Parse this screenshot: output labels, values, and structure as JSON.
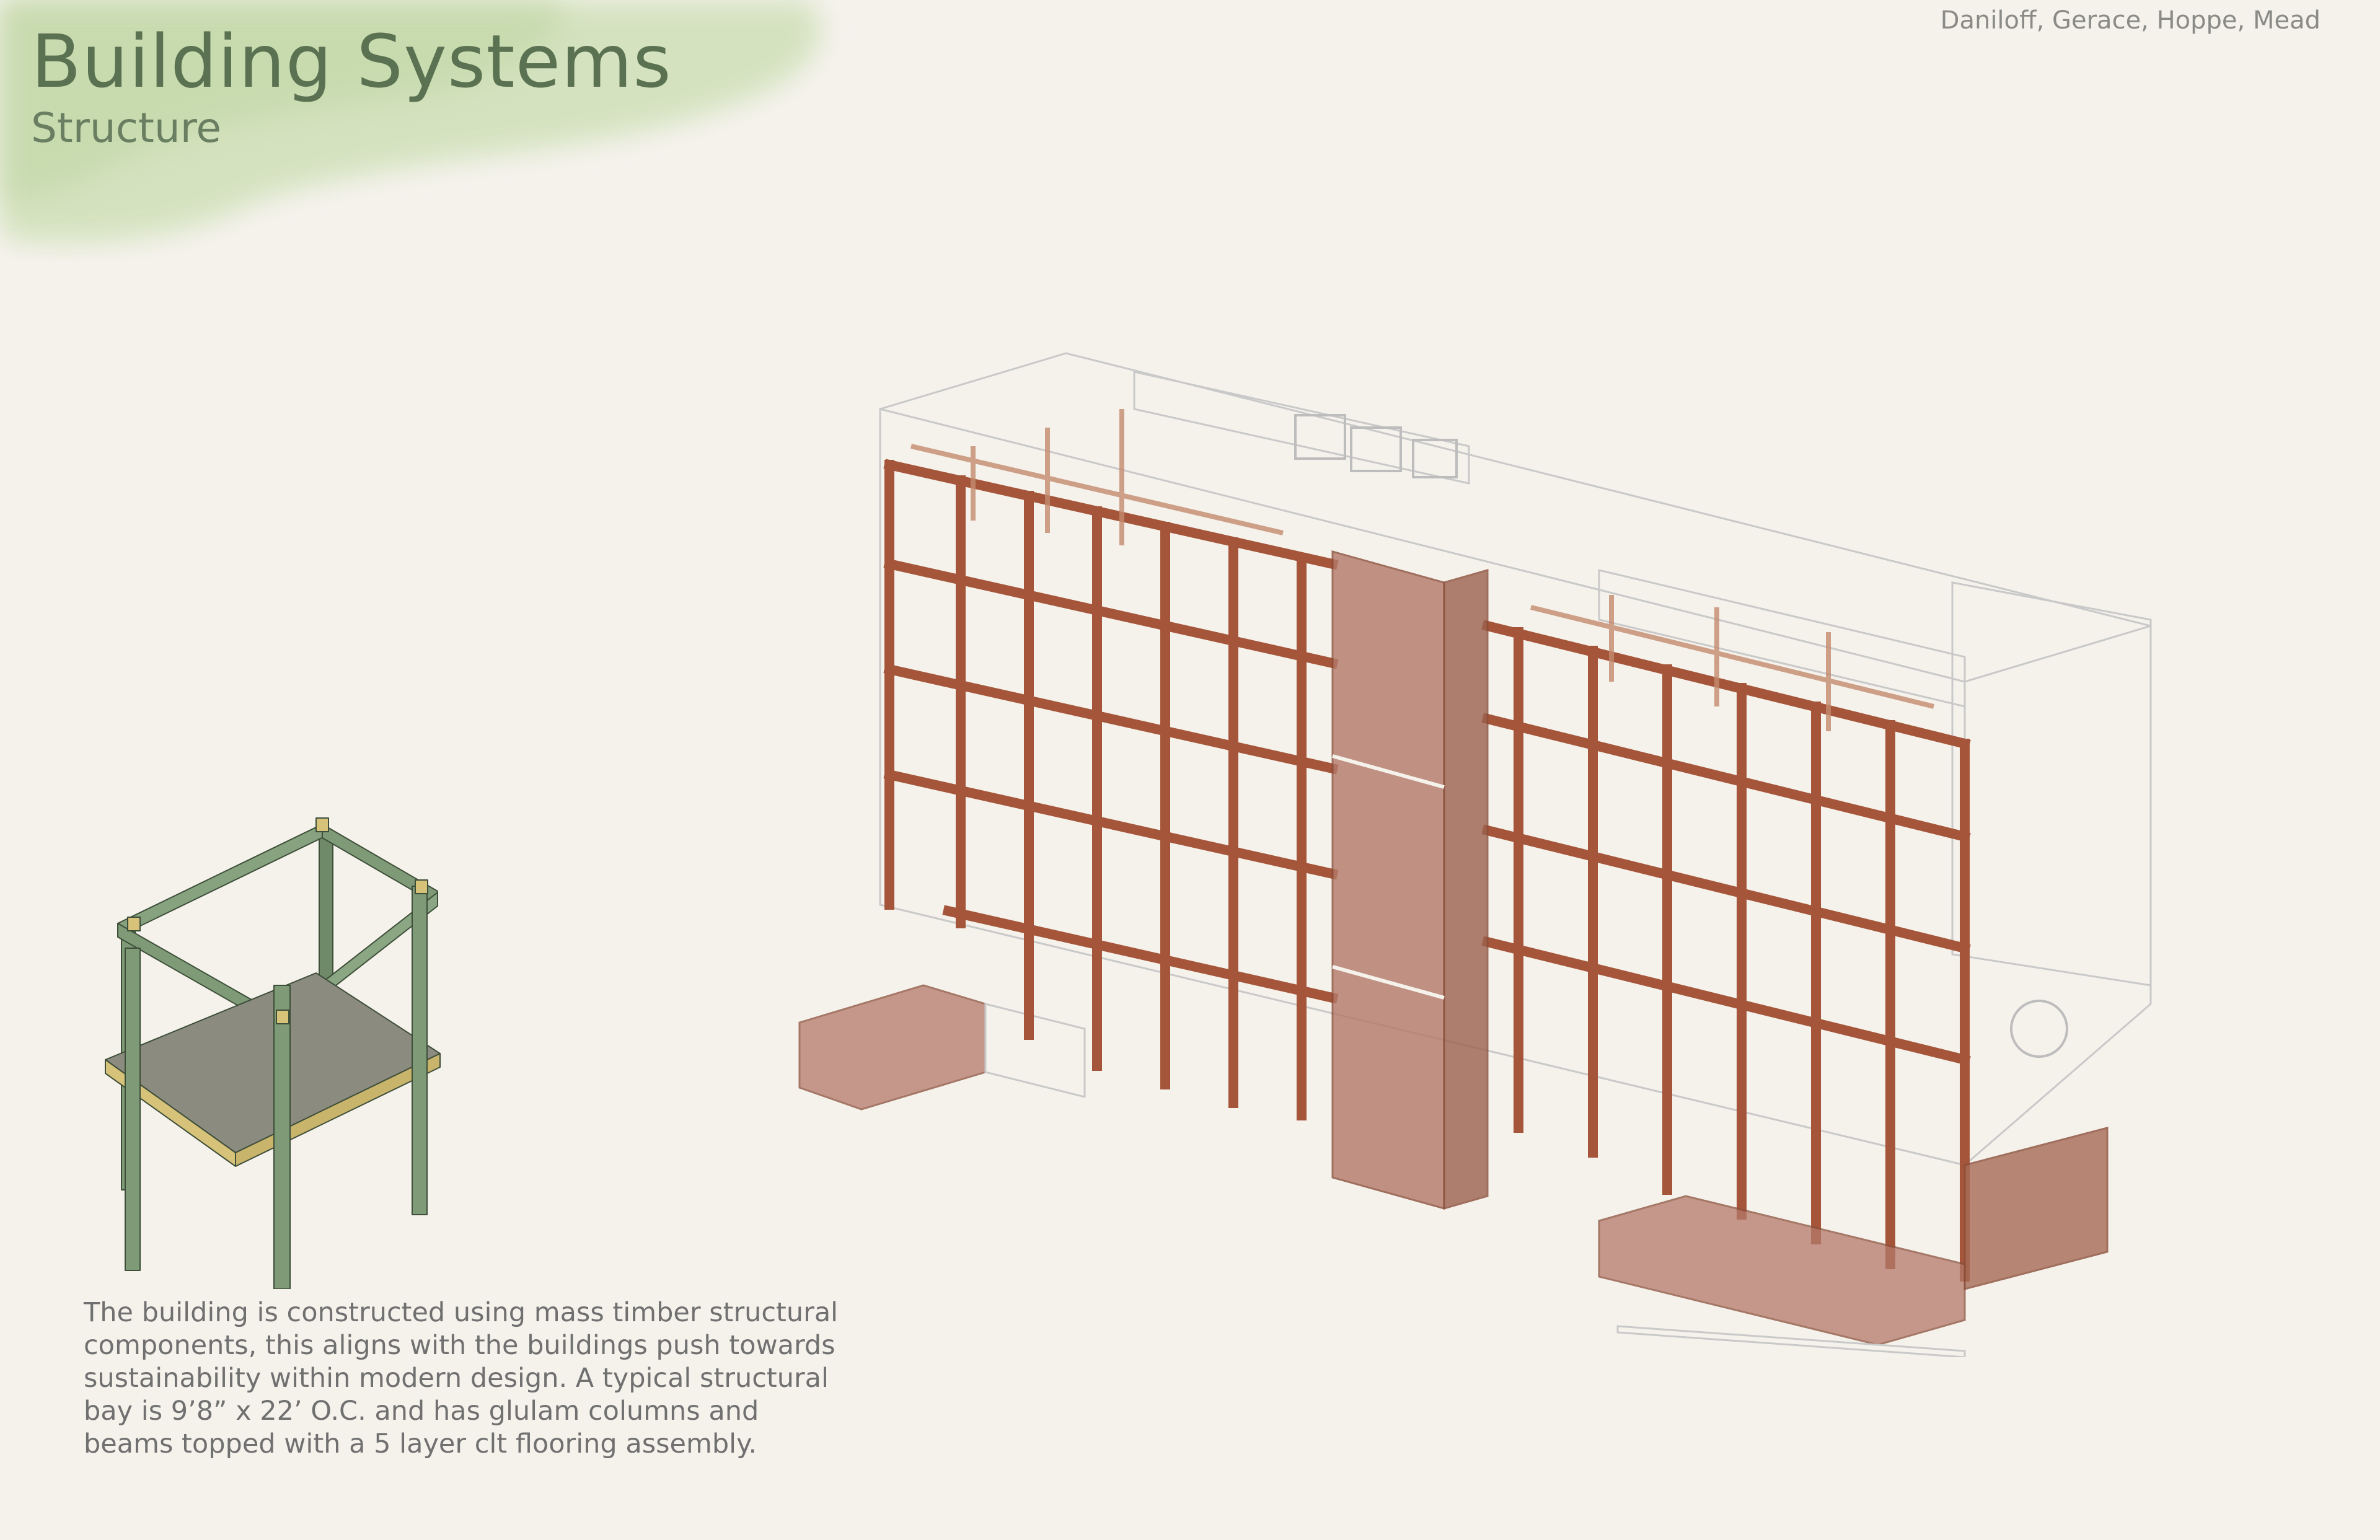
{
  "header": {
    "title": "Building Systems",
    "subtitle": "Structure",
    "authors": "Daniloff, Gerace, Hoppe, Mead"
  },
  "description": "The building is constructed using mass timber structural components, this aligns with the buildings push towards sustainability within modern design. A typical structural bay is 9’8” x 22’ O.C. and has glulam columns and beams topped with a 5 layer clt flooring assembly.",
  "colors": {
    "background": "#f5f2ec",
    "title_green": "#5b7252",
    "bay_green": "#7e9a77",
    "floor_gray": "#8b8b80",
    "timber": "#a5563a",
    "core_fill": "#b4796a",
    "glazing_line": "#c9c9c9",
    "wash_green": "#cfe0b8"
  },
  "figures": [
    {
      "name": "typical-structural-bay-axonometric",
      "icon": "glulam-bay-icon"
    },
    {
      "name": "building-structure-axonometric",
      "icon": "building-frame-icon"
    }
  ]
}
